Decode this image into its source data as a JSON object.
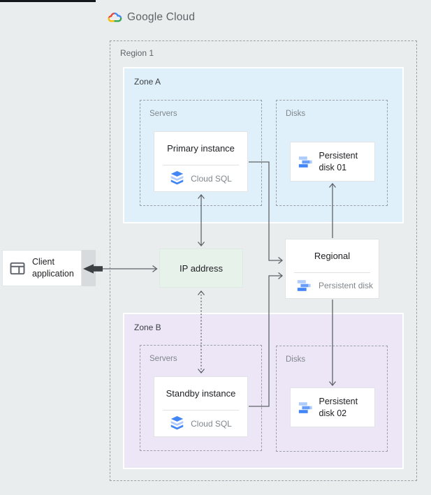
{
  "logo": {
    "text": "Google Cloud"
  },
  "region": {
    "label": "Region 1"
  },
  "zones": {
    "a": {
      "label": "Zone A",
      "servers_label": "Servers",
      "disks_label": "Disks"
    },
    "b": {
      "label": "Zone B",
      "servers_label": "Servers",
      "disks_label": "Disks"
    }
  },
  "nodes": {
    "primary": {
      "title": "Primary instance",
      "product": "Cloud SQL"
    },
    "standby": {
      "title": "Standby instance",
      "product": "Cloud SQL"
    },
    "disk01": {
      "title": "Persistent disk 01"
    },
    "disk02": {
      "title": "Persistent disk 02"
    },
    "regional": {
      "title": "Regional",
      "subtitle": "Persistent disk"
    },
    "ip": {
      "label": "IP address"
    },
    "client": {
      "label": "Client application"
    }
  },
  "icons": {
    "cloud_sql": "cloud-sql-icon",
    "persistent_disk": "persistent-disk-icon",
    "client_app": "client-application-icon",
    "logo_cloud": "google-cloud-logo-icon"
  },
  "colors": {
    "page_bg": "#e9edee",
    "zone_a_bg": "#dff0fb",
    "zone_b_bg": "#ede6f7",
    "ip_bg": "#e7f3ea",
    "google_blue": "#4285f4",
    "google_red": "#ea4335",
    "google_yellow": "#fbbc04",
    "google_green": "#34a853",
    "light_blue": "#aecbfa",
    "arrow": "#5f6368",
    "label_gray": "#80868b"
  }
}
